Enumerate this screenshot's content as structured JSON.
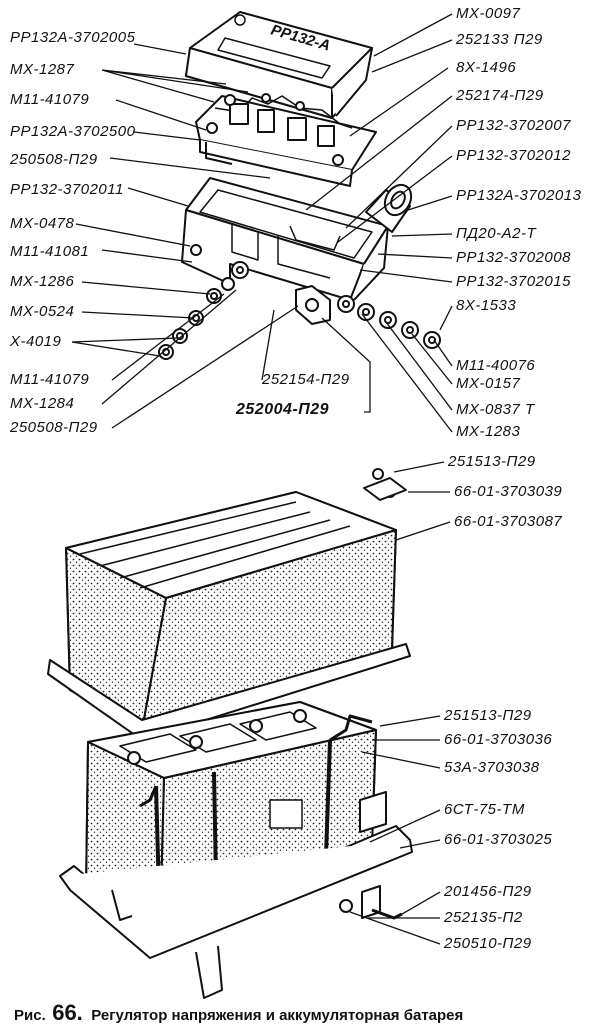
{
  "labels": [
    "МХ-0097",
    "252133 П29",
    "8Х-1496",
    "252174-П29",
    "РР132-3702007",
    "РР132-3702012",
    "РР132А-3702013",
    "ПД20-А2-Т",
    "РР132-3702008",
    "РР132-3702015",
    "8Х-1533",
    "М11-40076",
    "МХ-0157",
    "МХ-0837 Т",
    "МХ-1283",
    "252004-П29",
    "252154-П29",
    "250508-П29",
    "МХ-1284",
    "М11-41079",
    "Х-4019",
    "МХ-0524",
    "МХ-1286",
    "М11-41081",
    "МХ-0478",
    "РР132-3702011",
    "250508-П29",
    "РР132А-3702500",
    "М11-41079",
    "МХ-1287",
    "РР132А-3702005",
    "251513-П29",
    "66-01-3703039",
    "66-01-3703087",
    "251513-П29",
    "66-01-3703036",
    "53А-3703038",
    "6СТ-75-ТМ",
    "66-01-3703025",
    "201456-П29",
    "252135-П2",
    "250510-П29"
  ],
  "cover_text": "РР132-А",
  "caption": {
    "prefix": "Рис.",
    "number": "66.",
    "title": "Регулятор напряжения и аккумуляторная батарея"
  }
}
